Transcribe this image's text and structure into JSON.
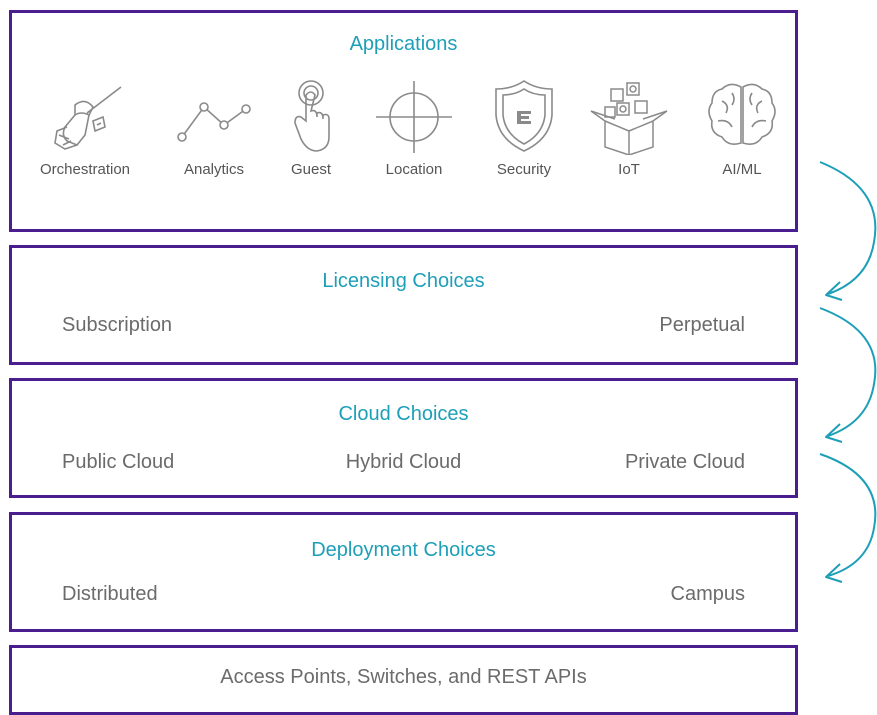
{
  "applications": {
    "title": "Applications",
    "items": [
      {
        "label": "Orchestration",
        "icon": "orchestration-icon"
      },
      {
        "label": "Analytics",
        "icon": "analytics-icon"
      },
      {
        "label": "Guest",
        "icon": "guest-icon"
      },
      {
        "label": "Location",
        "icon": "location-icon"
      },
      {
        "label": "Security",
        "icon": "security-icon"
      },
      {
        "label": "IoT",
        "icon": "iot-icon"
      },
      {
        "label": "AI/ML",
        "icon": "ai-ml-icon"
      }
    ]
  },
  "licensing": {
    "title": "Licensing Choices",
    "left": "Subscription",
    "right": "Perpetual"
  },
  "cloud": {
    "title": "Cloud Choices",
    "left": "Public Cloud",
    "center": "Hybrid Cloud",
    "right": "Private Cloud"
  },
  "deployment": {
    "title": "Deployment Choices",
    "left": "Distributed",
    "right": "Campus"
  },
  "base": {
    "label": "Access Points, Switches, and REST APIs"
  },
  "colors": {
    "border": "#4b1e90",
    "accent": "#1e9fb8",
    "text": "#6b6b6b",
    "icon": "#8a8a8a"
  }
}
